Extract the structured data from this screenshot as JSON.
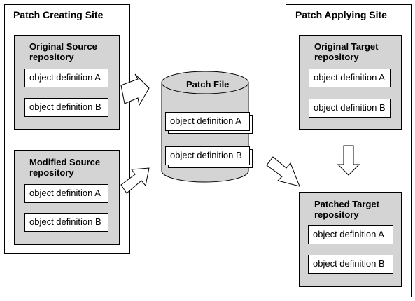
{
  "creating_site": {
    "title": "Patch Creating Site",
    "original_repo": {
      "title": "Original Source\nrepository",
      "objects": [
        "object definition A",
        "object definition B"
      ]
    },
    "modified_repo": {
      "title": "Modified  Source\nrepository",
      "objects": [
        "object definition A",
        "object definition B"
      ]
    }
  },
  "patch_file": {
    "title": "Patch File",
    "objects": [
      "object definition A",
      "object definition B"
    ]
  },
  "applying_site": {
    "title": "Patch Applying Site",
    "original_repo": {
      "title": "Original Target\nrepository",
      "objects": [
        "object definition A",
        "object definition B"
      ]
    },
    "patched_repo": {
      "title": "Patched Target\nrepository",
      "objects": [
        "object definition A",
        "object definition B"
      ]
    }
  },
  "colors": {
    "repo_fill": "#d4d4d4",
    "cylinder_fill": "#d4d4d4",
    "border": "#000000"
  }
}
